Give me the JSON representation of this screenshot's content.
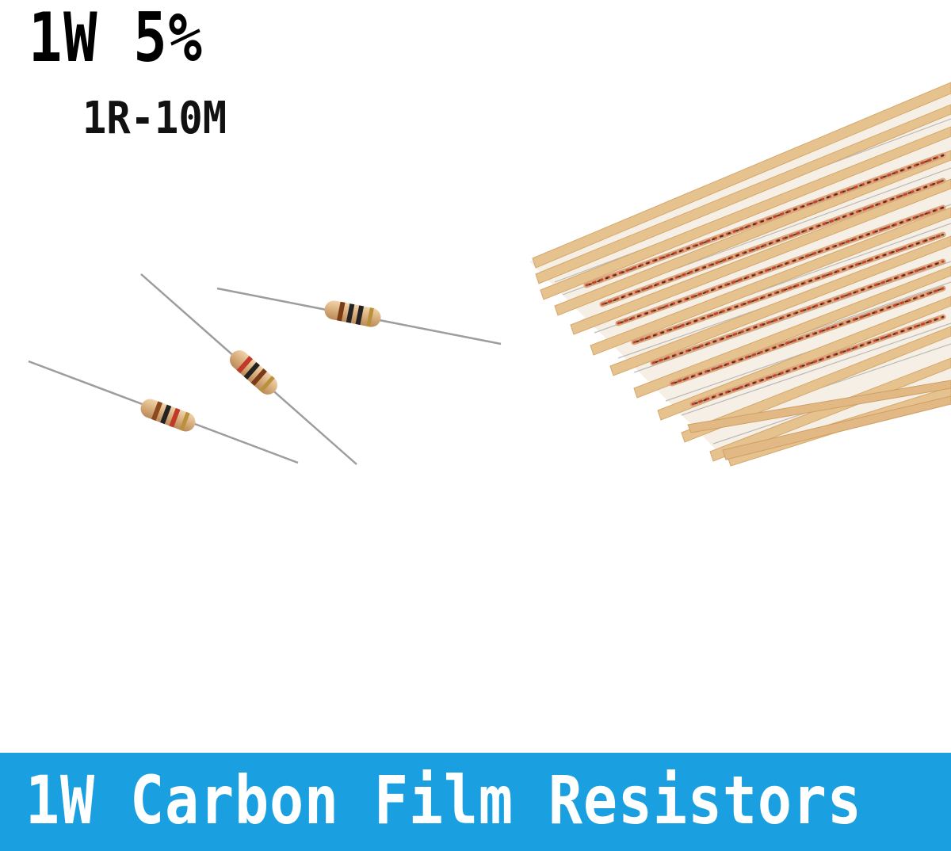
{
  "heading": {
    "power_tolerance": "1W 5%",
    "range": "1R-10M"
  },
  "banner": {
    "text": "1W Carbon Film Resistors",
    "color": "#1a9fe0"
  },
  "colors": {
    "resistor_body": "#dcb58a",
    "lead_wire": "#9a9a9a",
    "band_red": "#c0392b",
    "band_black": "#222222",
    "band_brown": "#7a3b16",
    "tape_strip": "#e6c28e"
  }
}
